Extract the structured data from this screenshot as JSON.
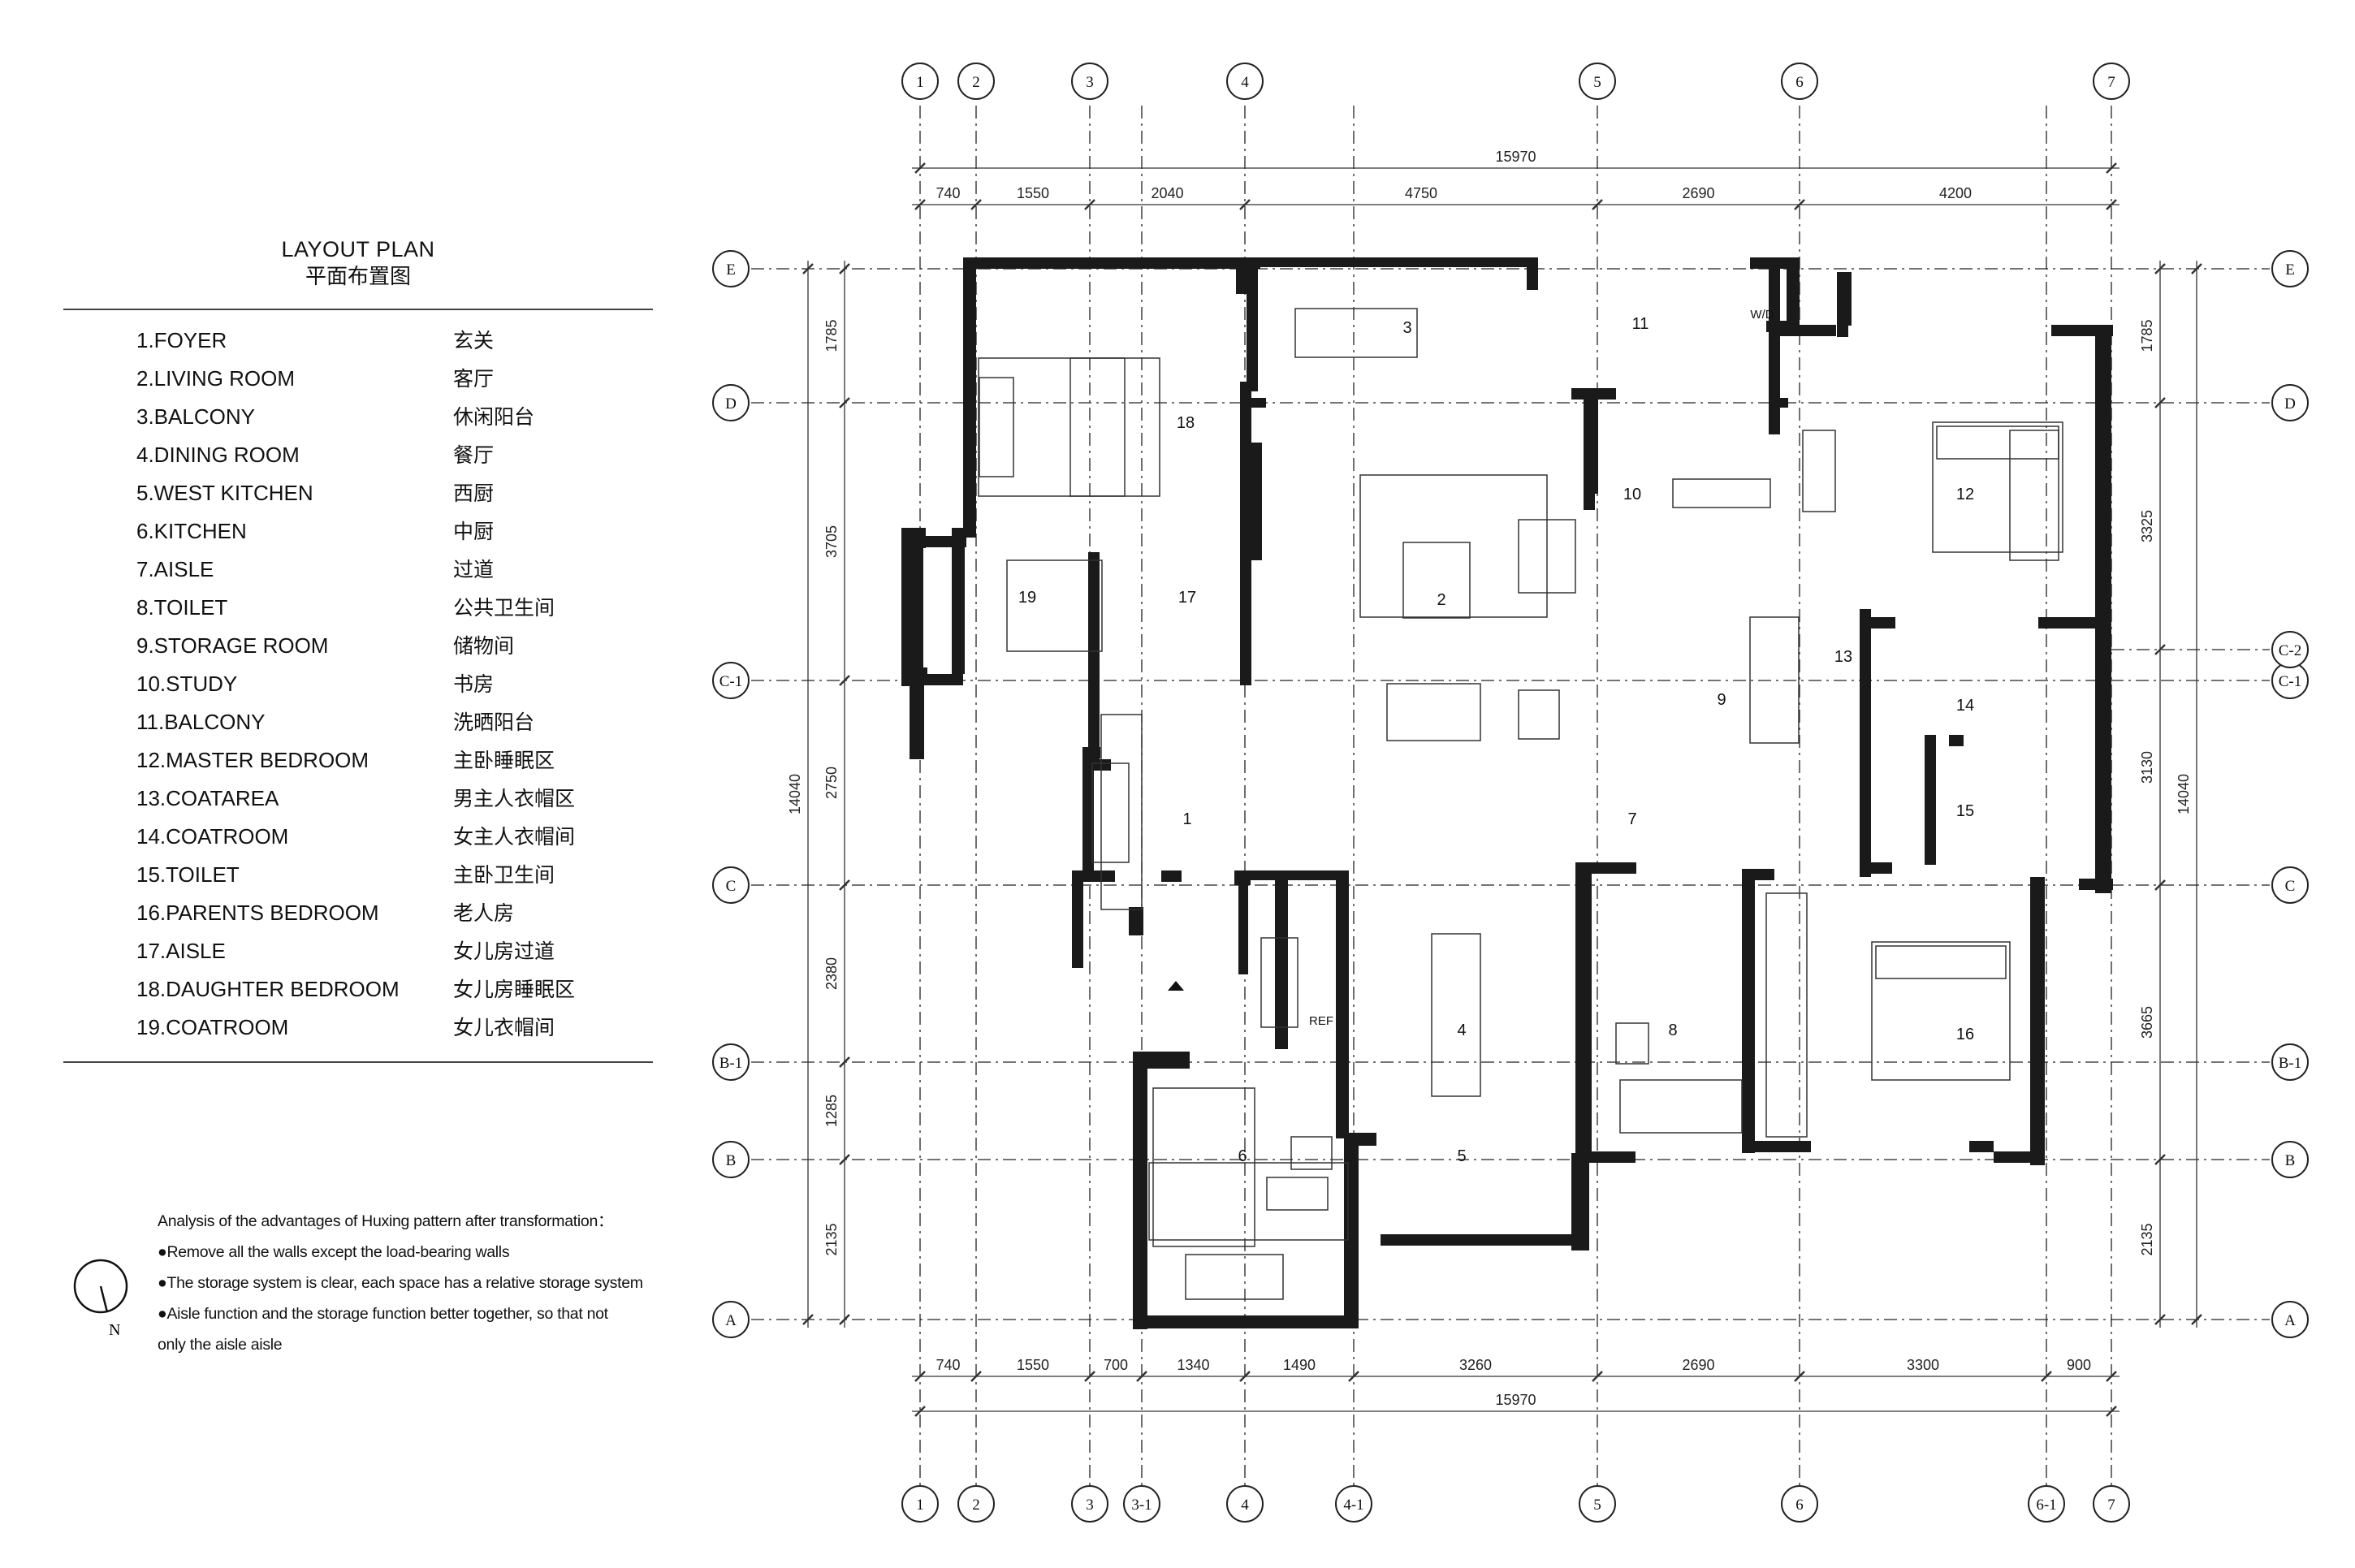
{
  "legend": {
    "title": "LAYOUT PLAN",
    "subtitle": "平面布置图",
    "items": [
      {
        "en": "1.FOYER",
        "zh": "玄关"
      },
      {
        "en": "2.LIVING ROOM",
        "zh": "客厅"
      },
      {
        "en": "3.BALCONY",
        "zh": "休闲阳台"
      },
      {
        "en": "4.DINING ROOM",
        "zh": "餐厅"
      },
      {
        "en": "5.WEST KITCHEN",
        "zh": "西厨"
      },
      {
        "en": "6.KITCHEN",
        "zh": "中厨"
      },
      {
        "en": "7.AISLE",
        "zh": "过道"
      },
      {
        "en": "8.TOILET",
        "zh": "公共卫生间"
      },
      {
        "en": "9.STORAGE ROOM",
        "zh": "储物间"
      },
      {
        "en": "10.STUDY",
        "zh": "书房"
      },
      {
        "en": "11.BALCONY",
        "zh": "洗晒阳台"
      },
      {
        "en": "12.MASTER BEDROOM",
        "zh": "主卧睡眠区"
      },
      {
        "en": "13.COATAREA",
        "zh": "男主人衣帽区"
      },
      {
        "en": "14.COATROOM",
        "zh": "女主人衣帽间"
      },
      {
        "en": "15.TOILET",
        "zh": "主卧卫生间"
      },
      {
        "en": "16.PARENTS BEDROOM",
        "zh": "老人房"
      },
      {
        "en": "17.AISLE",
        "zh": "女儿房过道"
      },
      {
        "en": "18.DAUGHTER BEDROOM",
        "zh": "女儿房睡眠区"
      },
      {
        "en": "19.COATROOM",
        "zh": "女儿衣帽间"
      }
    ]
  },
  "analysis": {
    "heading": "Analysis of the advantages of Huxing pattern after transformation：",
    "points": [
      "●Remove all the walls except the load-bearing walls",
      "●The storage system is clear, each space has a relative storage system",
      "●Aisle function and the storage function better together, so that not",
      "only the aisle aisle"
    ]
  },
  "north_label": "N",
  "grid": {
    "top_axes": [
      "1",
      "2",
      "3",
      "4",
      "5",
      "6",
      "7"
    ],
    "bottom_axes": [
      "1",
      "2",
      "3",
      "3-1",
      "4",
      "4-1",
      "5",
      "6",
      "6-1",
      "7"
    ],
    "side_axes": [
      "E",
      "D",
      "C-1",
      "C",
      "B-1",
      "B",
      "A"
    ],
    "right_extra_axis": "C-2"
  },
  "dimensions": {
    "top_total": "15970",
    "top_segments": [
      "740",
      "1550",
      "2040",
      "4750",
      "2690",
      "4200"
    ],
    "bottom_total": "15970",
    "bottom_segments": [
      "740",
      "1550",
      "700",
      "1340",
      "1490",
      "3260",
      "2690",
      "3300",
      "900"
    ],
    "left_total": "14040",
    "left_segments": [
      "1785",
      "3705",
      "2750",
      "2380",
      "1285",
      "2135"
    ],
    "right_total": "14040",
    "right_segments": [
      "1785",
      "3325",
      "3130",
      "3665",
      "2135"
    ]
  },
  "room_numbers": [
    "1",
    "2",
    "3",
    "4",
    "5",
    "6",
    "7",
    "8",
    "9",
    "10",
    "11",
    "12",
    "13",
    "14",
    "15",
    "16",
    "17",
    "18",
    "19"
  ],
  "fixture_labels": {
    "ref": "REF",
    "wd": "W/D"
  }
}
